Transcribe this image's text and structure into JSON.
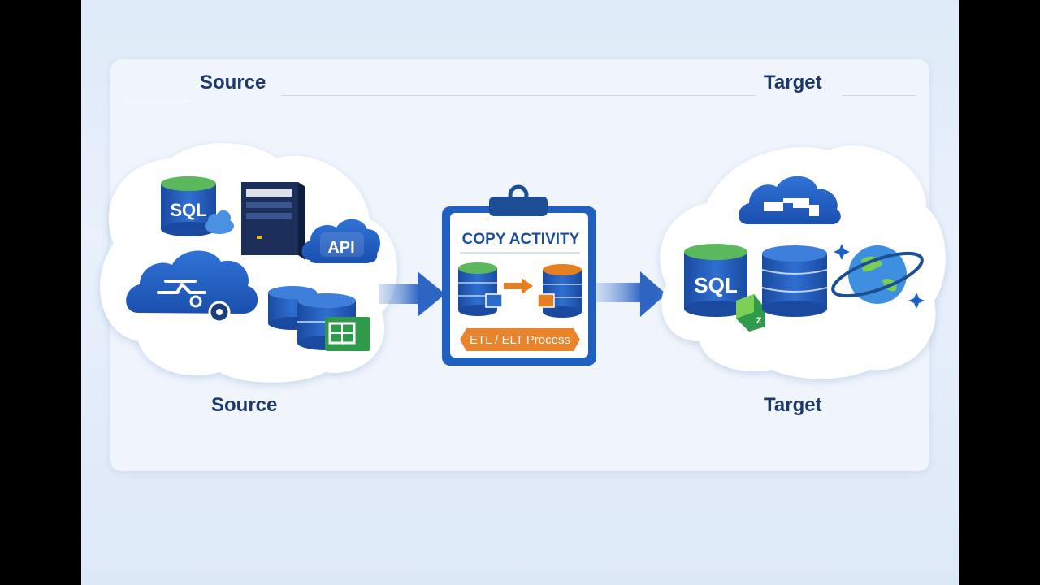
{
  "header": {
    "source_label": "Source",
    "target_label": "Target"
  },
  "footer": {
    "source_label": "Source",
    "target_label": "Target"
  },
  "source": {
    "sql_label": "SQL",
    "api_label": "API"
  },
  "copy_activity": {
    "title": "COPY ACTIVITY",
    "process_label": "ETL / ELT Process"
  },
  "target": {
    "sql_label": "SQL"
  },
  "colors": {
    "brand_blue": "#1f5fbf",
    "dark_blue": "#1c3f7a",
    "accent_green": "#5cb85c",
    "accent_orange": "#e67e22",
    "cloud_white": "#ffffff",
    "arrow_blue": "#2e65c3"
  }
}
